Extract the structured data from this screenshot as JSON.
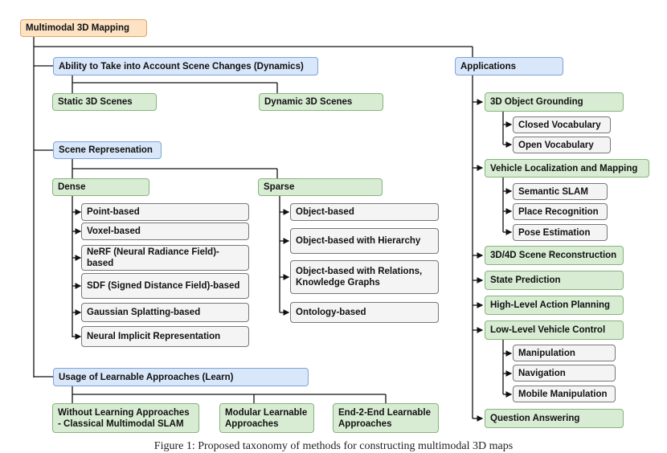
{
  "root": "Multimodal 3D Mapping",
  "dynamics": {
    "title": "Ability to Take into Account Scene Changes (Dynamics)",
    "static": "Static 3D Scenes",
    "dynamic": "Dynamic 3D Scenes"
  },
  "representation": {
    "title": "Scene Represenation",
    "dense": {
      "title": "Dense",
      "items": [
        "Point-based",
        "Voxel-based",
        "NeRF (Neural Radiance Field)-based",
        "SDF (Signed Distance Field)-based",
        "Gaussian Splatting-based",
        "Neural Implicit Representation"
      ]
    },
    "sparse": {
      "title": "Sparse",
      "items": [
        "Object-based",
        "Object-based with Hierarchy",
        "Object-based with Relations, Knowledge Graphs",
        "Ontology-based"
      ]
    }
  },
  "learn": {
    "title": "Usage of Learnable Approaches (Learn)",
    "items": [
      "Without Learning Approaches - Classical Multimodal SLAM",
      "Modular Learnable Approaches",
      "End-2-End Learnable Approaches"
    ]
  },
  "applications": {
    "title": "Applications",
    "grounding": {
      "title": "3D Object Grounding",
      "items": [
        "Closed Vocabulary",
        "Open Vocabulary"
      ]
    },
    "localization": {
      "title": "Vehicle Localization and Mapping",
      "items": [
        "Semantic SLAM",
        "Place Recognition",
        "Pose Estimation"
      ]
    },
    "reconstruction": "3D/4D Scene Reconstruction",
    "state": "State Prediction",
    "planning": "High-Level Action Planning",
    "control": {
      "title": "Low-Level Vehicle Control",
      "items": [
        "Manipulation",
        "Navigation",
        "Mobile Manipulation"
      ]
    },
    "qa": "Question Answering"
  },
  "caption": "Figure 1: Proposed taxonomy of methods for constructing multimodal 3D maps"
}
